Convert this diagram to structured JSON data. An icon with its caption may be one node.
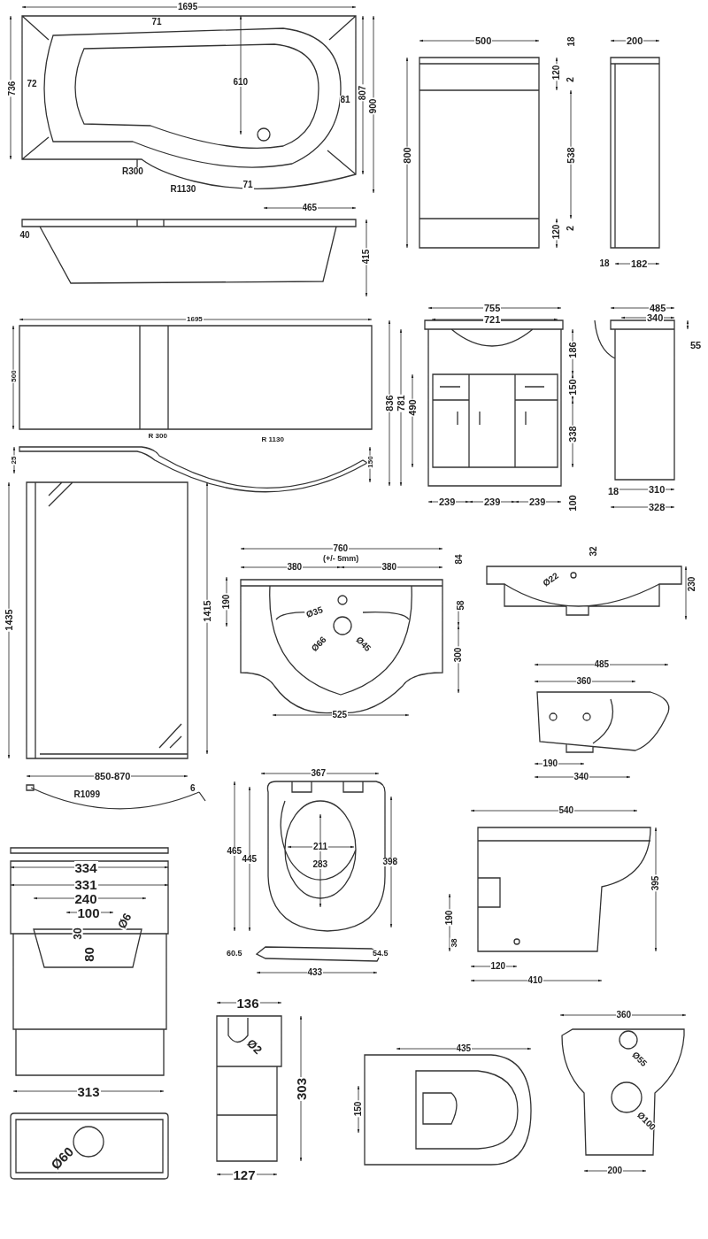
{
  "diagram": {
    "labels": [
      "1695",
      "71",
      "736",
      "72",
      "610",
      "81",
      "807",
      "900",
      "R300",
      "71",
      "R1130",
      "465",
      "40",
      "415",
      "500",
      "18",
      "120",
      "2",
      "800",
      "538",
      "120",
      "2",
      "18",
      "200",
      "182",
      "1695",
      "500",
      "R 300",
      "R 1130",
      "25",
      "150",
      "755",
      "721",
      "836",
      "781",
      "490",
      "186",
      "150",
      "338",
      "239",
      "239",
      "239",
      "100",
      "485",
      "340",
      "55",
      "18",
      "310",
      "328",
      "1435",
      "1415",
      "850-870",
      "R1099",
      "6",
      "760",
      "(+/- 5mm)",
      "380",
      "380",
      "84",
      "190",
      "Ø35",
      "58",
      "Ø66",
      "Ø45",
      "300",
      "525",
      "32",
      "Ø22",
      "230",
      "485",
      "360",
      "190",
      "340",
      "367",
      "465",
      "445",
      "211",
      "283",
      "398",
      "60.5",
      "54.5",
      "433",
      "540",
      "395",
      "190",
      "38",
      "120",
      "410",
      "334",
      "331",
      "240",
      "100",
      "Ø6",
      "30",
      "80",
      "313",
      "Ø60",
      "136",
      "Ø2",
      "303",
      "127",
      "435",
      "150",
      "360",
      "Ø55",
      "Ø100",
      "200"
    ]
  }
}
